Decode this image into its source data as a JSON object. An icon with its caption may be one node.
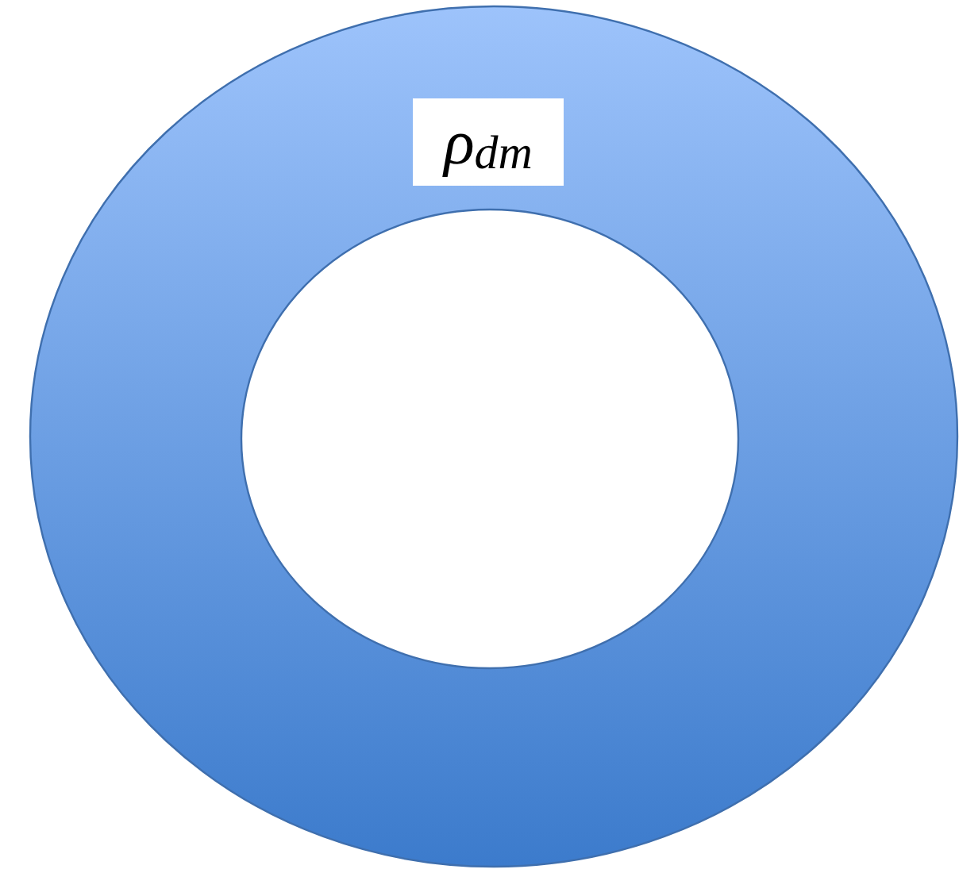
{
  "diagram": {
    "nodes": [
      {
        "text": [
          "ρ$_{dm}$"
        ]
      },
      {
        "text": [],
        "shape": "circle",
        "in": 0
      }
    ]
  }
}
